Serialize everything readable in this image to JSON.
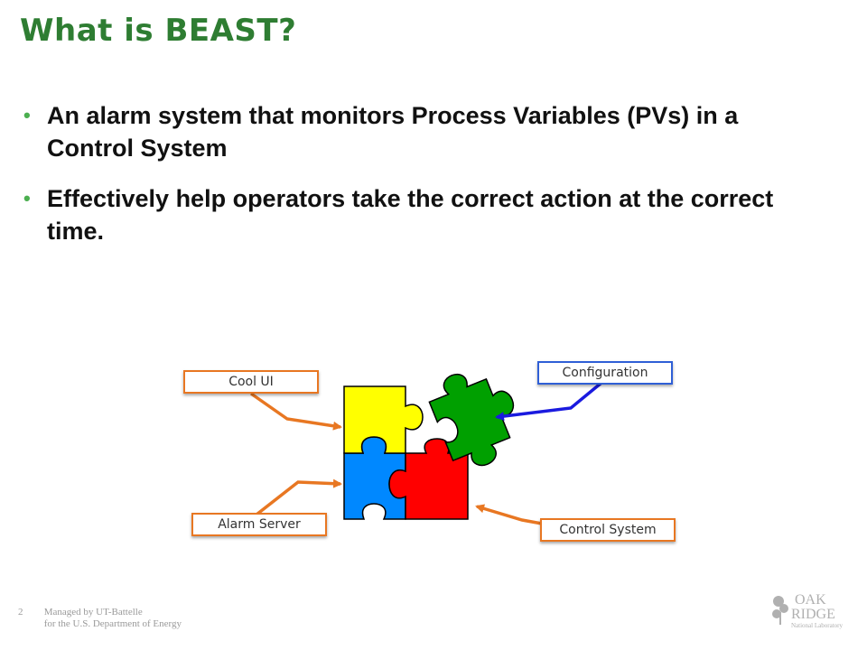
{
  "slide": {
    "title": "What is BEAST?",
    "bullets": [
      "An alarm system  that monitors Process Variables (PVs) in a Control System",
      "Effectively help operators take the correct action at the correct time."
    ]
  },
  "diagram": {
    "labels": {
      "cool_ui": "Cool UI",
      "configuration": "Configuration",
      "alarm_server": "Alarm Server",
      "control_system": "Control System"
    },
    "colors": {
      "yellow": "#ffff00",
      "green": "#00a000",
      "blue": "#0088ff",
      "red": "#ff0000",
      "arrow_orange": "#e87722",
      "arrow_blue": "#1a1adf"
    }
  },
  "footer": {
    "page_number": "2",
    "line1": "Managed by UT-Battelle",
    "line2": "for the U.S. Department of Energy"
  },
  "logo": {
    "line1": "OAK",
    "line2": "RIDGE",
    "line3": "National Laboratory"
  }
}
